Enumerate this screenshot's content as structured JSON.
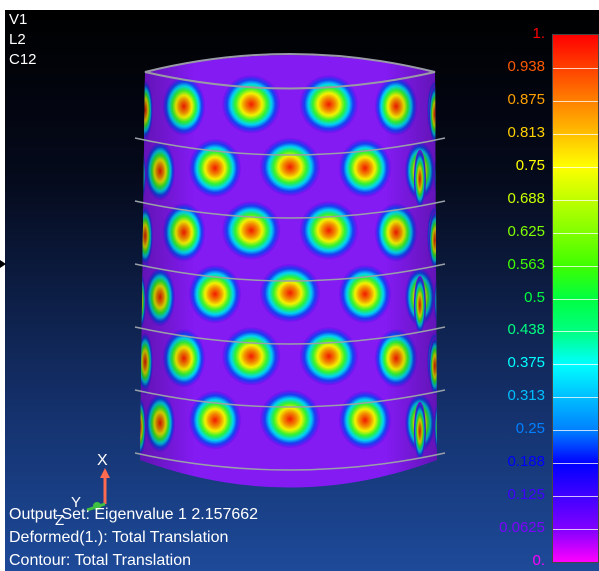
{
  "view_labels": [
    "V1",
    "L2",
    "C12"
  ],
  "legend": {
    "values": [
      "1.",
      "0.938",
      "0.875",
      "0.813",
      "0.75",
      "0.688",
      "0.625",
      "0.563",
      "0.5",
      "0.438",
      "0.375",
      "0.313",
      "0.25",
      "0.188",
      "0.125",
      "0.0625",
      "0."
    ],
    "colors": [
      "#ff0000",
      "#ff5a00",
      "#ffa000",
      "#ffd000",
      "#ffff00",
      "#c8ff00",
      "#80ff00",
      "#40ff00",
      "#00ff40",
      "#00ff80",
      "#00ffff",
      "#00bfff",
      "#0080ff",
      "#0000ff",
      "#4000ff",
      "#8000ff",
      "#ff00ff"
    ]
  },
  "triad": {
    "axis_x_label": "X",
    "axis_y_label": "Y",
    "axis_z_label": "Z"
  },
  "info": {
    "output_set": "Output Set: Eigenvalue 1 2.157662",
    "deformed": "Deformed(1.): Total Translation",
    "contour": "Contour: Total Translation"
  },
  "model": {
    "rings": 6,
    "bumps_per_ring": 6,
    "shape": "cylindrical shell buckling mode"
  }
}
